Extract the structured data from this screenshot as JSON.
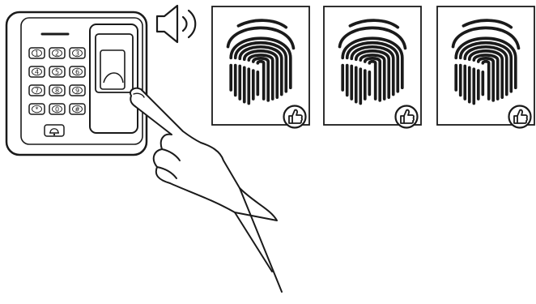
{
  "device": {
    "keypad": {
      "rows": [
        [
          "1",
          "2",
          "3"
        ],
        [
          "4",
          "5",
          "6"
        ],
        [
          "7",
          "8",
          "9"
        ],
        [
          "*",
          "0",
          "#"
        ]
      ],
      "bottom_key_icon": "bell-icon"
    },
    "sensor_icon": "fingerprint-sensor"
  },
  "sound_icon": "speaker-icon",
  "cards": [
    {
      "fingerprint_icon": "fingerprint-icon",
      "badge_icon": "thumbs-up-icon"
    },
    {
      "fingerprint_icon": "fingerprint-icon",
      "badge_icon": "thumbs-up-icon"
    },
    {
      "fingerprint_icon": "fingerprint-icon",
      "badge_icon": "thumbs-up-icon"
    }
  ],
  "colors": {
    "ink": "#1a1a1a",
    "background": "#ffffff"
  }
}
